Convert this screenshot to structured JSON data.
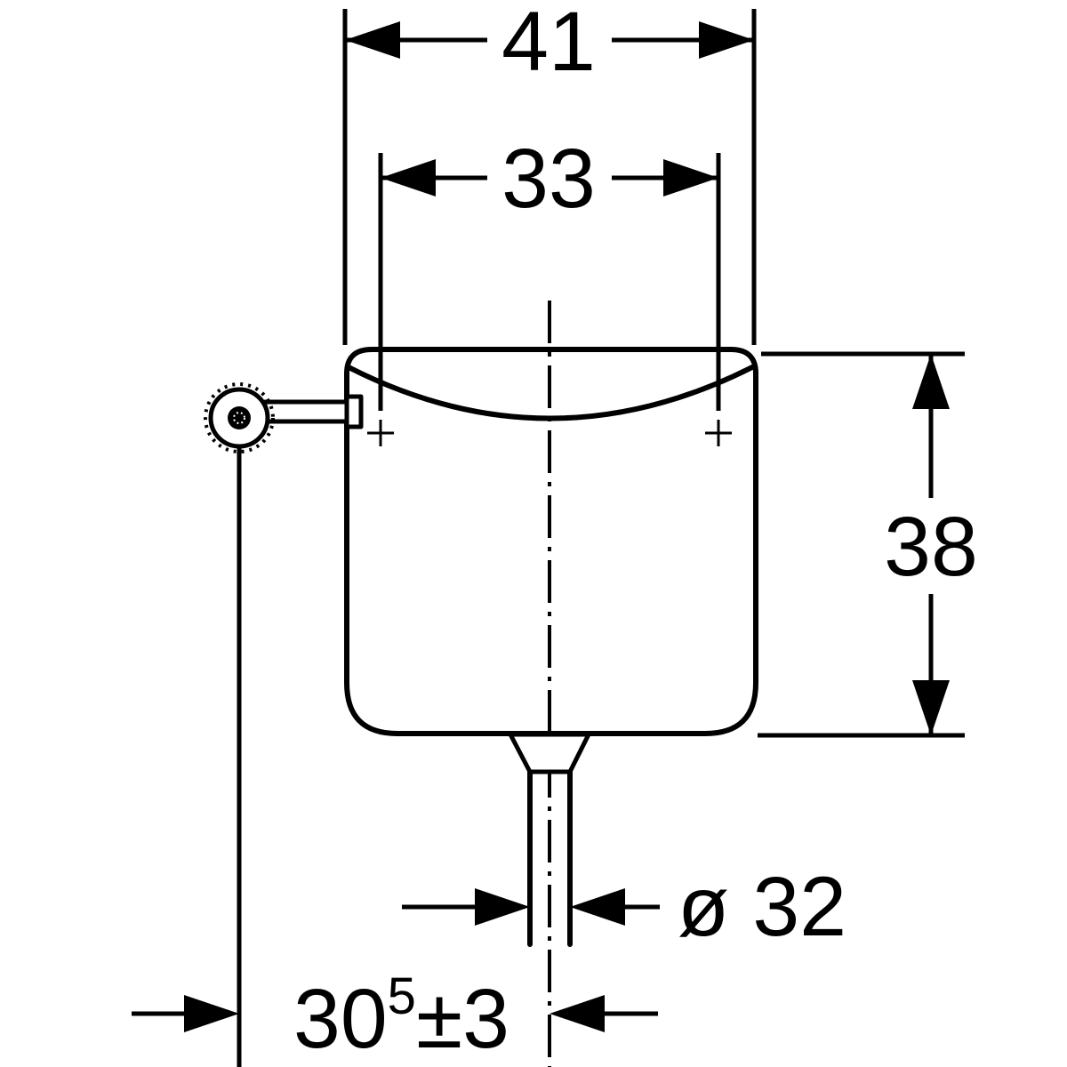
{
  "drawing": {
    "background": "#ffffff",
    "line_color": "#000000",
    "dimensions": {
      "width_overall": {
        "label": "41"
      },
      "width_fixing": {
        "label": "33"
      },
      "height_body": {
        "label": "38"
      },
      "outlet_diameter": {
        "label": "ø 32"
      },
      "flush_bend_height": {
        "base": "30",
        "superscript": "5",
        "tolerance": "±3"
      }
    }
  }
}
